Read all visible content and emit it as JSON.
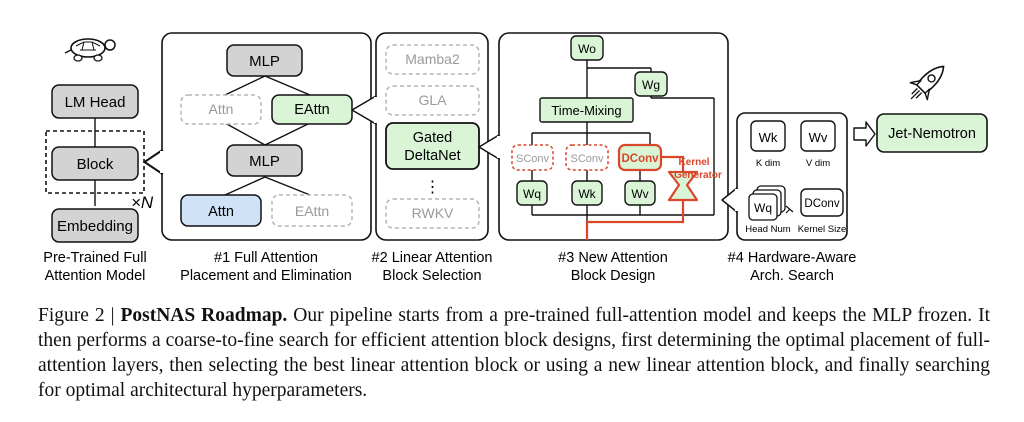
{
  "pretrained": {
    "lm_head": "LM Head",
    "block": "Block",
    "embedding": "Embedding",
    "times_n": "×N",
    "caption_line1": "Pre-Trained Full",
    "caption_line2": "Attention Model"
  },
  "step1": {
    "mlp_top": "MLP",
    "attn_ghost": "Attn",
    "eattn": "EAttn",
    "mlp_bottom": "MLP",
    "attn": "Attn",
    "eattn_ghost": "EAttn",
    "caption_line1": "#1 Full Attention",
    "caption_line2": "Placement and Elimination"
  },
  "step2": {
    "mamba2": "Mamba2",
    "gla": "GLA",
    "gated_line1": "Gated",
    "gated_line2": "DeltaNet",
    "ellipsis": "⋮",
    "rwkv": "RWKV",
    "caption_line1": "#2 Linear Attention",
    "caption_line2": "Block Selection"
  },
  "step3": {
    "wo": "Wo",
    "wg": "Wg",
    "time_mixing": "Time-Mixing",
    "sconv1": "SConv",
    "sconv2": "SConv",
    "dconv": "DConv",
    "kernel_gen_line1": "Kernel",
    "kernel_gen_line2": "Generator",
    "wq": "Wq",
    "wk": "Wk",
    "wv": "Wv",
    "caption_line1": "#3 New Attention",
    "caption_line2": "Block Design"
  },
  "step4": {
    "wk": "Wk",
    "k_dim": "K dim",
    "wv": "Wv",
    "v_dim": "V dim",
    "wq": "Wq",
    "head_num": "Head Num",
    "dconv": "DConv",
    "kernel_size": "Kernel Size",
    "caption_line1": "#4 Hardware-Aware",
    "caption_line2": "Arch. Search"
  },
  "result": {
    "jet_nemotron": "Jet-Nemotron"
  },
  "icons": {
    "turtle": "turtle-icon",
    "rocket": "rocket-icon"
  },
  "colors": {
    "gray_block": "#d3d3d3",
    "green_block": "#d9f5d6",
    "blue_block": "#cfe2f7",
    "red_accent": "#d9472b",
    "ghost_border": "#b5b5b5"
  },
  "caption": {
    "label": "Figure 2 | ",
    "title": "PostNAS Roadmap.",
    "text": " Our pipeline starts from a pre-trained full-attention model and keeps the MLP frozen. It then performs a coarse-to-fine search for efficient attention block designs, first determining the optimal placement of full-attention layers, then selecting the best linear attention block or using a new linear attention block, and finally searching for optimal architectural hyperparameters."
  }
}
